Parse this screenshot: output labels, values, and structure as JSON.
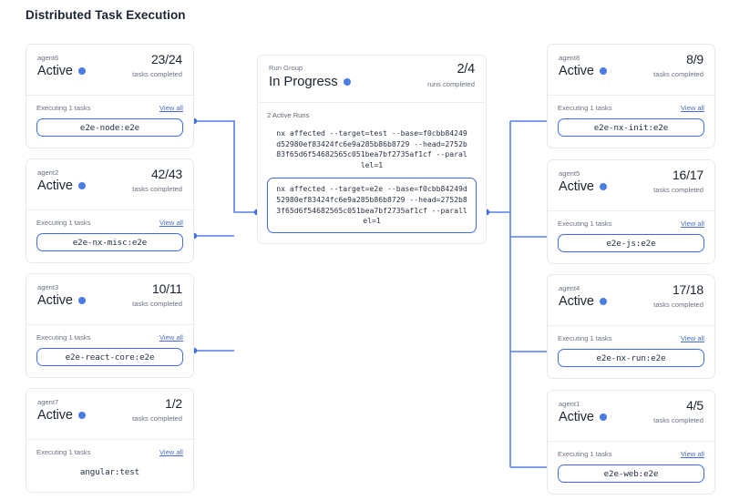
{
  "page": {
    "title": "Distributed Task Execution"
  },
  "theme": {
    "accent": "#3f6fe0",
    "dot": "#4a7ce4",
    "link": "#4a6fd4",
    "text": "#1b2430",
    "muted": "#6a7280",
    "card_border": "#e7e9ee",
    "edge": "#5580e6"
  },
  "run_group": {
    "label": "Run Group",
    "status": "In Progress",
    "count": "2/4",
    "count_sub": "runs completed",
    "active_runs_label": "2 Active Runs",
    "commands": [
      {
        "text": "nx affected --target=test --base=f0cbb84249d52980ef83424fc6e9a285b86b8729 --head=2752b83f65d6f54682565c051bea7bf2735af1cf --parallel=1",
        "boxed": false
      },
      {
        "text": "nx affected --target=e2e --base=f0cbb84249d52980ef83424fc6e9a285b86b8729 --head=2752b83f65d6f54682565c051bea7bf2735af1cf --parallel=1",
        "boxed": true
      }
    ]
  },
  "common": {
    "status": "Active",
    "executing_label": "Executing 1 tasks",
    "view_all": "View all",
    "count_sub": "tasks completed"
  },
  "agents_left": [
    {
      "name": "agent6",
      "status": "Active",
      "count": "23/24",
      "count_sub": "tasks completed",
      "executing_label": "Executing 1 tasks",
      "view_all": "View all",
      "task": "e2e-node:e2e",
      "boxed": true
    },
    {
      "name": "agent2",
      "status": "Active",
      "count": "42/43",
      "count_sub": "tasks completed",
      "executing_label": "Executing 1 tasks",
      "view_all": "View all",
      "task": "e2e-nx-misc:e2e",
      "boxed": true
    },
    {
      "name": "agent3",
      "status": "Active",
      "count": "10/11",
      "count_sub": "tasks completed",
      "executing_label": "Executing 1 tasks",
      "view_all": "View all",
      "task": "e2e-react-core:e2e",
      "boxed": true
    },
    {
      "name": "agent7",
      "status": "Active",
      "count": "1/2",
      "count_sub": "tasks completed",
      "executing_label": "Executing 1 tasks",
      "view_all": "View all",
      "task": "angular:test",
      "boxed": false
    }
  ],
  "agents_right": [
    {
      "name": "agent8",
      "status": "Active",
      "count": "8/9",
      "count_sub": "tasks completed",
      "executing_label": "Executing 1 tasks",
      "view_all": "View all",
      "task": "e2e-nx-init:e2e",
      "boxed": true
    },
    {
      "name": "agent5",
      "status": "Active",
      "count": "16/17",
      "count_sub": "tasks completed",
      "executing_label": "Executing 1 tasks",
      "view_all": "View all",
      "task": "e2e-js:e2e",
      "boxed": true
    },
    {
      "name": "agent4",
      "status": "Active",
      "count": "17/18",
      "count_sub": "tasks completed",
      "executing_label": "Executing 1 tasks",
      "view_all": "View all",
      "task": "e2e-nx-run:e2e",
      "boxed": true
    },
    {
      "name": "agent1",
      "status": "Active",
      "count": "4/5",
      "count_sub": "tasks completed",
      "executing_label": "Executing 1 tasks",
      "view_all": "View all",
      "task": "e2e-web:e2e",
      "boxed": true
    }
  ]
}
